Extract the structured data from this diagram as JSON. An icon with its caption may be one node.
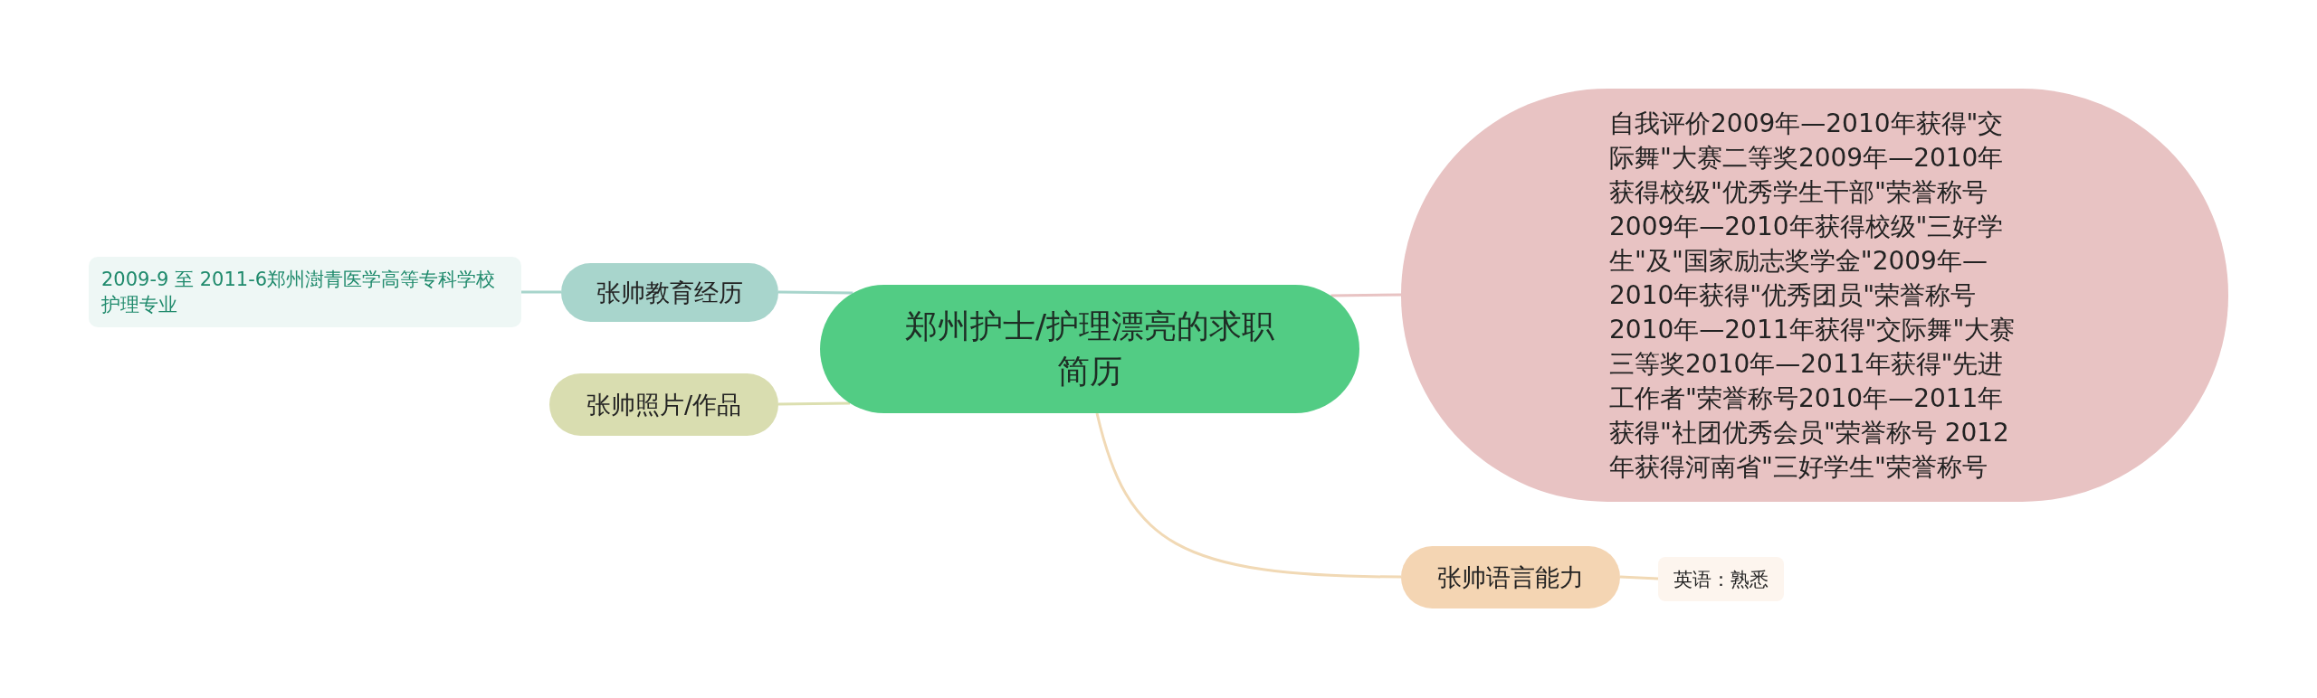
{
  "diagram": {
    "nodes": [
      {
        "text": [
          "郑州护士/护理漂亮的求职简历"
        ]
      },
      {
        "text": [
          "张帅教育经历"
        ]
      },
      {
        "text": [
          "2009-9 至 2011-6郑州澍青医学高等专科学校护理专业"
        ]
      },
      {
        "text": [
          "张帅照片/作品"
        ]
      },
      {
        "text": [
          "自我评价2009年—2010年获得\"交际舞\"大赛二等奖2009年—2010年获得校级\"优秀学生干部\"荣誉称号2009年—2010年获得校级\"三好学生\"及\"国家励志奖学金\"2009年—2010年获得\"优秀团员\"荣誉称号2010年—2011年获得\"交际舞\"大赛三等奖2010年—2011年获得\"先进工作者\"荣誉称号2010年—2011年获得\"社团优秀会员\"荣誉称号 2012年获得河南省\"三好学生\"荣誉称号"
        ]
      },
      {
        "text": [
          "张帅语言能力"
        ]
      },
      {
        "text": [
          "英语：熟悉"
        ]
      }
    ],
    "edges": [
      {
        "from": 0,
        "to": 1,
        "arrow": "none",
        "color": "#a8d5cc"
      },
      {
        "from": 0,
        "to": 3,
        "arrow": "none",
        "color": "#dcdfb0"
      },
      {
        "from": 0,
        "to": 4,
        "arrow": "none",
        "color": "#e8c3c3"
      },
      {
        "from": 0,
        "to": 5,
        "arrow": "none",
        "color": "#f1d9b5"
      },
      {
        "from": 1,
        "to": 2,
        "arrow": "none",
        "color": "#a8d5cc"
      },
      {
        "from": 5,
        "to": 6,
        "arrow": "none",
        "color": "#f1d9b5"
      }
    ]
  }
}
